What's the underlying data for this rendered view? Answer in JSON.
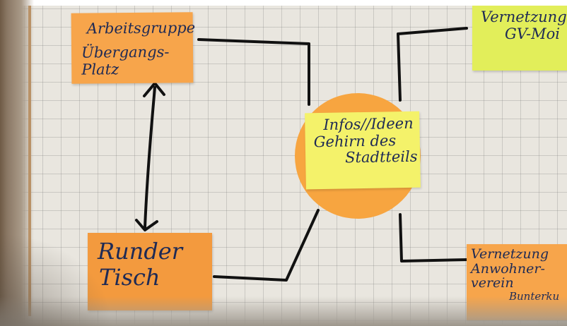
{
  "notes": {
    "arbeitsgruppe": {
      "line1": "Arbeitsgruppe",
      "line2": "Übergangs-Platz"
    },
    "runder_tisch": {
      "line1": "Runder",
      "line2": "Tisch"
    },
    "vernetzung_gv": {
      "line1": "Vernetzung",
      "line2": "GV-Moi"
    },
    "vernetzung_anwohner": {
      "line1": "Vernetzung",
      "line2": "Anwohner-",
      "line3": "verein",
      "line4": "Bunterku"
    },
    "center": {
      "line1": "Infos//Ideen",
      "line2": "Gehirn des",
      "line3": "Stadtteils"
    }
  },
  "colors": {
    "paper": "#e9e6df",
    "note_orange": "#f7a54b",
    "note_yellow": "#e2ee5a",
    "circle_orange": "#f7a540",
    "center_note_yellow": "#f4f26a",
    "ink": "#1e2a55",
    "line": "#111111"
  }
}
